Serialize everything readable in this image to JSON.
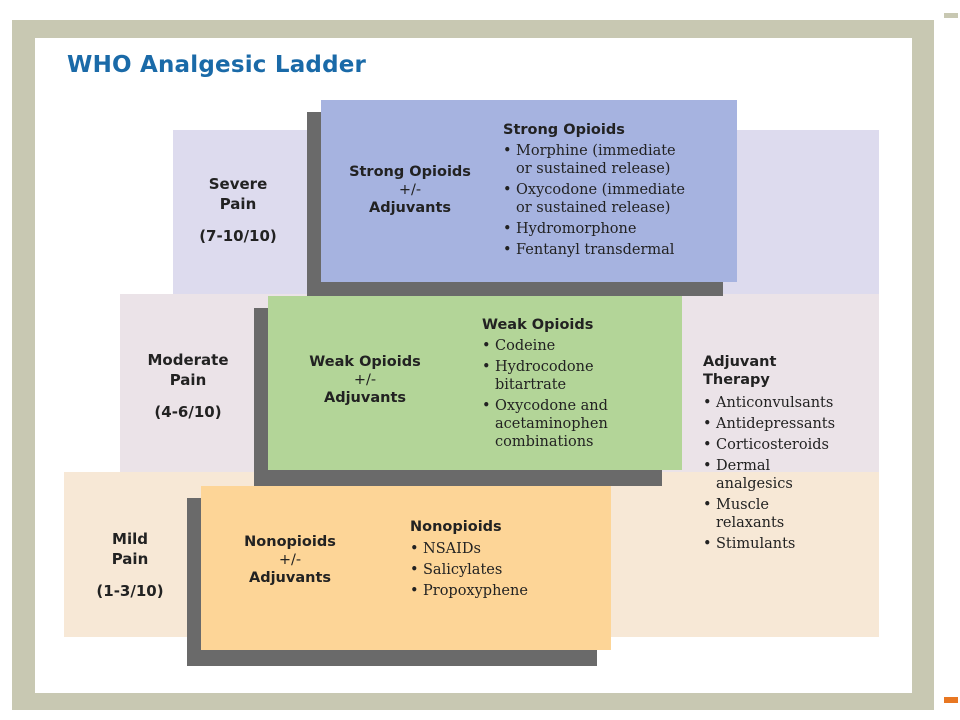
{
  "title": "WHO Analgesic Ladder",
  "severe": {
    "pain_level": [
      "Severe",
      "Pain"
    ],
    "range": "(7-10/10)",
    "center": [
      "Strong Opioids",
      "+/-",
      "Adjuvants"
    ],
    "list_heading": "Strong Opioids",
    "items": [
      [
        "Morphine (immediate",
        "or sustained release)"
      ],
      [
        "Oxycodone (immediate",
        "or sustained release)"
      ],
      [
        "Hydromorphone"
      ],
      [
        "Fentanyl transdermal"
      ]
    ]
  },
  "moderate": {
    "pain_level": [
      "Moderate",
      "Pain"
    ],
    "range": "(4-6/10)",
    "center": [
      "Weak Opioids",
      "+/-",
      "Adjuvants"
    ],
    "list_heading": "Weak Opioids",
    "items": [
      [
        "Codeine"
      ],
      [
        "Hydrocodone",
        "bitartrate"
      ],
      [
        "Oxycodone and",
        "acetaminophen",
        "combinations"
      ]
    ]
  },
  "mild": {
    "pain_level": [
      "Mild",
      "Pain"
    ],
    "range": "(1-3/10)",
    "center": [
      "Nonopioids",
      "+/-",
      "Adjuvants"
    ],
    "list_heading": "Nonopioids",
    "items": [
      [
        "NSAIDs"
      ],
      [
        "Salicylates"
      ],
      [
        "Propoxyphene"
      ]
    ]
  },
  "adjuvant": {
    "heading": [
      "Adjuvant",
      "Therapy"
    ],
    "items": [
      [
        "Anticonvulsants"
      ],
      [
        "Antidepressants"
      ],
      [
        "Corticosteroids"
      ],
      [
        "Dermal",
        "analgesics"
      ],
      [
        "Muscle",
        "relaxants"
      ],
      [
        "Stimulants"
      ]
    ]
  },
  "colors": {
    "title": "#1a6aa8",
    "strong_box": "#a6b3e0",
    "weak_box": "#b3d598",
    "nonopioid_box": "#fdd597",
    "accent": "#e87722"
  }
}
